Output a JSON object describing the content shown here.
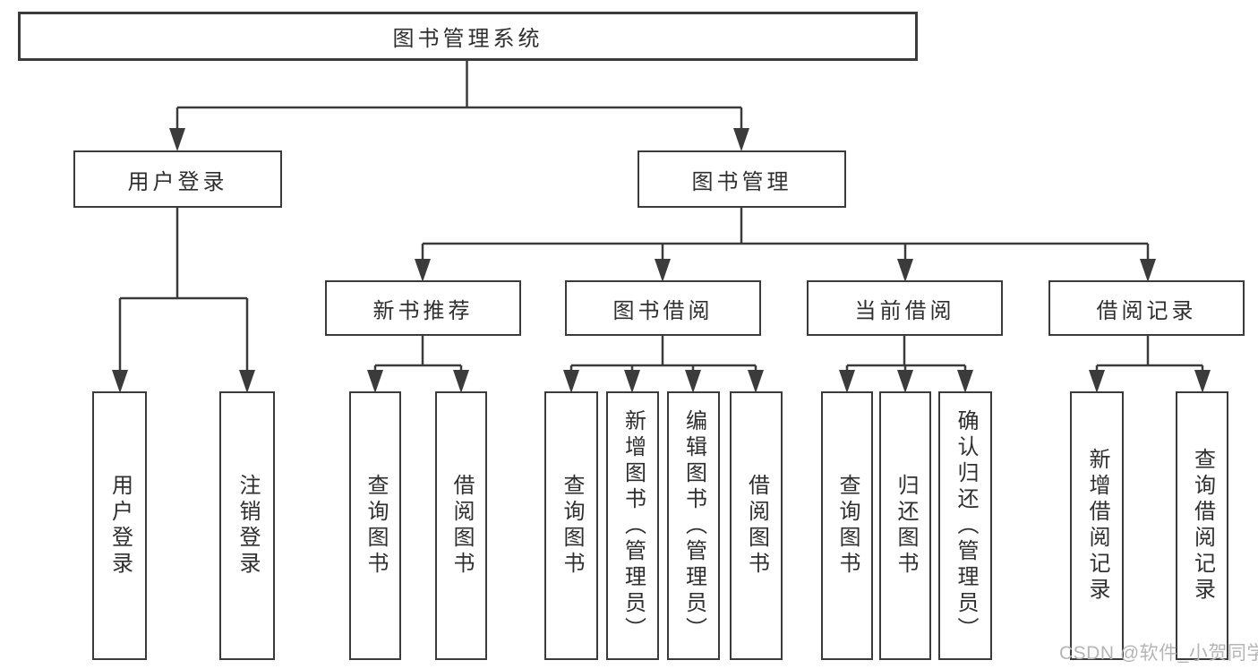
{
  "title": "图书管理系统",
  "colors": {
    "line": "#3b3b3b",
    "text": "#2f2f2f",
    "box_background": "#ffffff",
    "watermark": "#b5b5b5"
  },
  "nodes": {
    "root": {
      "label": "图书管理系统"
    },
    "user_login": {
      "label": "用户登录"
    },
    "book_mgmt": {
      "label": "图书管理"
    },
    "new_book_rec": {
      "label": "新书推荐"
    },
    "book_borrow": {
      "label": "图书借阅"
    },
    "current_borrow": {
      "label": "当前借阅"
    },
    "borrow_records": {
      "label": "借阅记录"
    }
  },
  "leaves": {
    "user_login": [
      "用户登录",
      "注销登录"
    ],
    "new_book_rec": [
      "查询图书",
      "借阅图书"
    ],
    "book_borrow": [
      "查询图书",
      "新增图书（管理员）",
      "编辑图书（管理员）",
      "借阅图书"
    ],
    "current_borrow": [
      "查询图书",
      "归还图书",
      "确认归还（管理员）"
    ],
    "borrow_records": [
      "新增借阅记录",
      "查询借阅记录"
    ]
  },
  "watermark": "CSDN @软件_小贺同学"
}
